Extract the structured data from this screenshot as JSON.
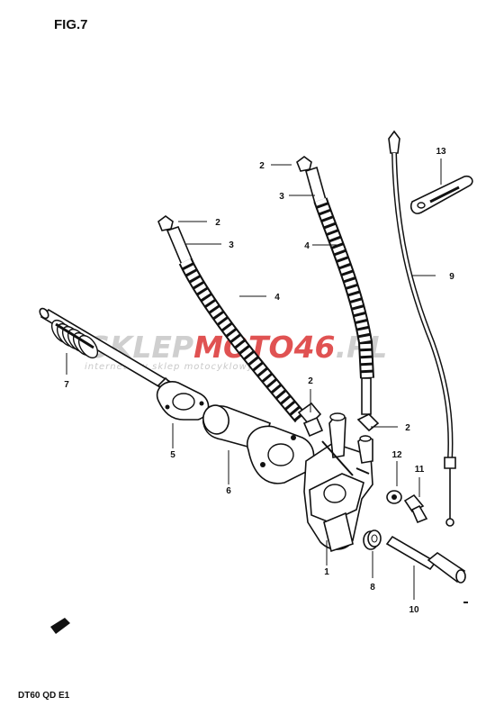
{
  "header": {
    "figure_title": "FIG.7"
  },
  "footer": {
    "model_code": "DT60 QD E1"
  },
  "watermark": {
    "part1": "SKLEP",
    "part2": "MOTO",
    "part3": "46",
    "part4": ".PL",
    "tagline": "internetowy sklep motocyklowy"
  },
  "callouts": {
    "c1": "1",
    "c2a": "2",
    "c2b": "2",
    "c2c": "2",
    "c2d": "2",
    "c3a": "3",
    "c3b": "3",
    "c4a": "4",
    "c4b": "4",
    "c5": "5",
    "c6": "6",
    "c7": "7",
    "c8": "8",
    "c9": "9",
    "c10": "10",
    "c11": "11",
    "c12": "12",
    "c13": "13"
  },
  "colors": {
    "ink": "#111111",
    "watermark_grey": "#c8c8c8",
    "watermark_red": "#e05252"
  }
}
